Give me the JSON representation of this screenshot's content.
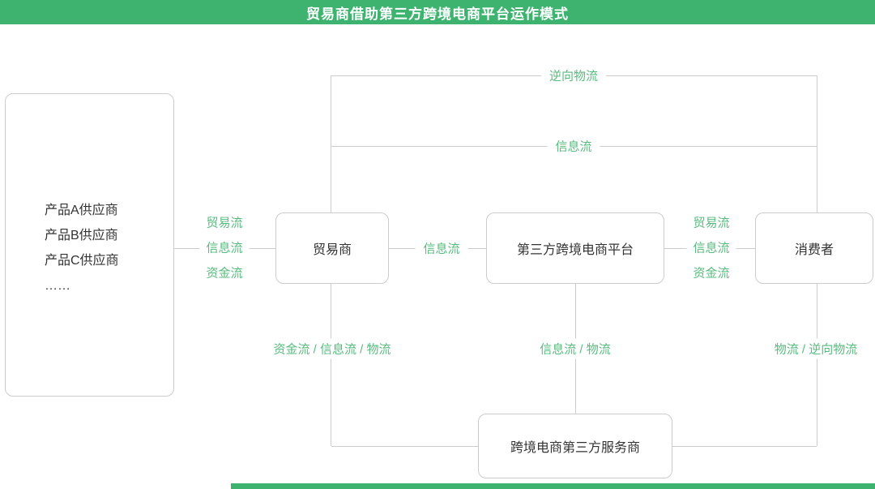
{
  "header": {
    "title": "贸易商借助第三方跨境电商平台运作模式"
  },
  "colors": {
    "accent_green": "#3eb370",
    "label_green": "#57bb7e",
    "line_gray": "#cccccc"
  },
  "nodes": {
    "suppliers": {
      "lines": [
        "产品A供应商",
        "产品B供应商",
        "产品C供应商",
        "……"
      ]
    },
    "trader": {
      "label": "贸易商"
    },
    "platform": {
      "label": "第三方跨境电商平台"
    },
    "consumer": {
      "label": "消费者"
    },
    "service_provider": {
      "label": "跨境电商第三方服务商"
    }
  },
  "edges": {
    "reverse_logistics_top": {
      "label": "逆向物流"
    },
    "information_top": {
      "label": "信息流"
    },
    "supplier_to_trader": {
      "labels": [
        "贸易流",
        "信息流",
        "资金流"
      ]
    },
    "trader_to_platform": {
      "label": "信息流"
    },
    "platform_to_consumer": {
      "labels": [
        "贸易流",
        "信息流",
        "资金流"
      ]
    },
    "trader_to_service": {
      "label": "资金流 / 信息流 / 物流"
    },
    "platform_to_service": {
      "label": "信息流 / 物流"
    },
    "consumer_to_service": {
      "label": "物流 / 逆向物流"
    }
  }
}
